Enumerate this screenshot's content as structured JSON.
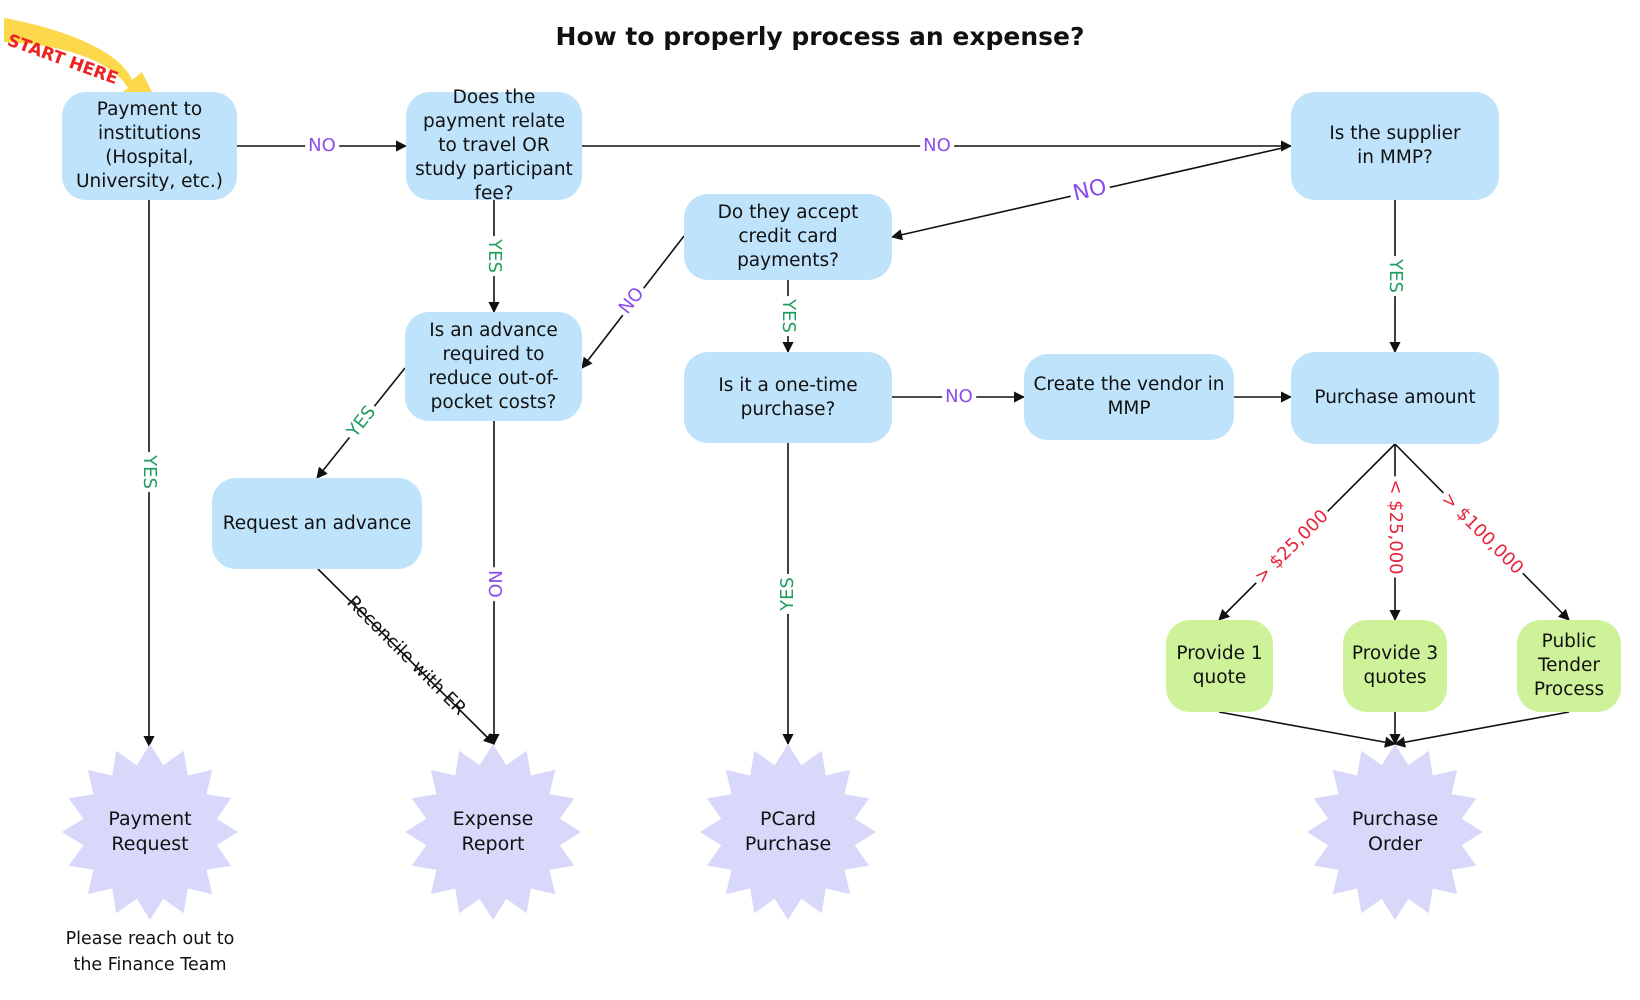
{
  "title": "How to properly process an expense?",
  "start_label": "START HERE",
  "colors": {
    "decision_fill": "#bfe3fb",
    "quote_fill": "#cdf29a",
    "outcome_fill": "#d8d8fb",
    "no_label": "#8a4ee8",
    "yes_label": "#1f9e5e",
    "amount_label": "#e8253f",
    "start_arrow": "#fcd84a",
    "start_text": "#ee2222"
  },
  "nodes": {
    "payment_institutions": "Payment to institutions (Hospital, University, etc.)",
    "travel_fee": "Does the payment relate to travel OR study participant fee?",
    "supplier_mmp": "Is the supplier in MMP?",
    "credit_card": "Do they accept credit card payments?",
    "advance_required": "Is an advance required to reduce out-of-pocket costs?",
    "one_time": "Is it a one-time purchase?",
    "create_vendor": "Create the vendor in MMP",
    "purchase_amount": "Purchase amount",
    "request_advance": "Request an advance",
    "quote_1": "Provide 1 quote",
    "quote_3": "Provide 3 quotes",
    "public_tender": "Public Tender Process"
  },
  "outcomes": {
    "payment_request": "Payment Request",
    "expense_report": "Expense Report",
    "pcard_purchase": "PCard Purchase",
    "purchase_order": "Purchase Order"
  },
  "note": "Please reach out to the Finance Team",
  "edge_labels": {
    "no_inst_travel": "NO",
    "no_travel_supplier": "NO",
    "no_supplier_credit": "NO",
    "no_credit_advance": "NO",
    "no_onetime_vendor": "NO",
    "no_advance_expense": "NO",
    "yes_inst_payment": "YES",
    "yes_travel_advance": "YES",
    "yes_credit_onetime": "YES",
    "yes_supplier_amount": "YES",
    "yes_advance_request": "YES",
    "yes_onetime_pcard": "YES",
    "reconcile": "Reconcile with ER",
    "amount_gt_25000": "> $25,000",
    "amount_lt_25000": "< $25,000",
    "amount_gt_100000": "> $100,000"
  }
}
